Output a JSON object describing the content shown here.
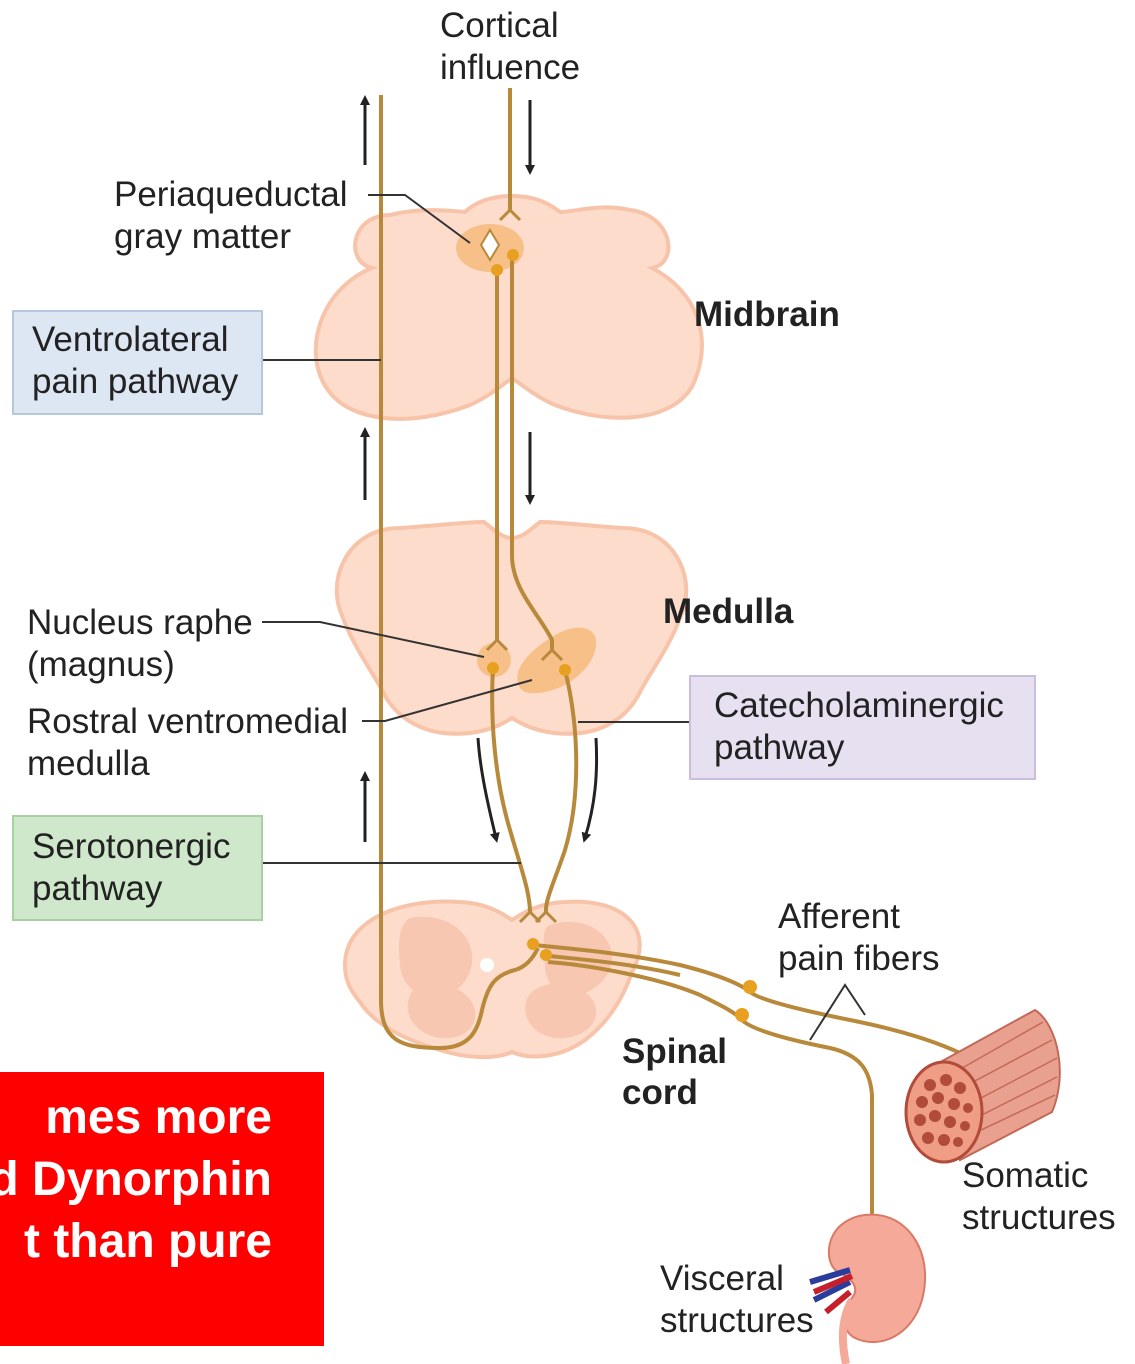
{
  "labels": {
    "cortical_line1": "Cortical",
    "cortical_line2": "influence",
    "periaqueductal_line1": "Periaqueductal",
    "periaqueductal_line2": "gray matter",
    "ventrolateral_line1": "Ventrolateral",
    "ventrolateral_line2": "pain pathway",
    "midbrain": "Midbrain",
    "medulla": "Medulla",
    "nucleus_raphe_line1": "Nucleus raphe",
    "nucleus_raphe_line2": "(magnus)",
    "rostral_line1": "Rostral ventromedial",
    "rostral_line2": "medulla",
    "catecholaminergic_line1": "Catecholaminergic",
    "catecholaminergic_line2": "pathway",
    "serotonergic_line1": "Serotonergic",
    "serotonergic_line2": "pathway",
    "afferent_line1": "Afferent",
    "afferent_line2": "pain fibers",
    "spinal_line1": "Spinal",
    "spinal_line2": "cord",
    "somatic_line1": "Somatic",
    "somatic_line2": "structures",
    "visceral_line1": "Visceral",
    "visceral_line2": "structures"
  },
  "overlay": {
    "line1": "mes more",
    "line2": "d Dynorphin",
    "line3": "t than pure"
  },
  "colors": {
    "tissue": "#fddccb",
    "tissue_outline": "#f7c3a9",
    "nerve": "#b8893a",
    "nucleus": "#f6c088",
    "synapse_dot": "#e8a020",
    "ventrolateral_box": "#dde6f3",
    "catecholaminergic_box": "#e6e0f0",
    "serotonergic_box": "#cfe8cb",
    "overlay_box": "#ff0000"
  }
}
